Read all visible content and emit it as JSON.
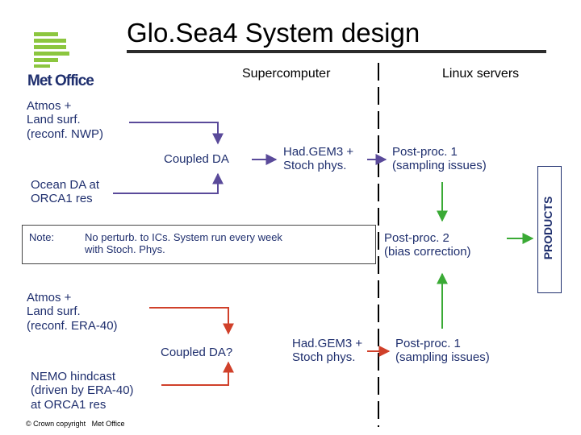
{
  "title": "Glo.Sea4 System design",
  "logo": {
    "text": "Met Office",
    "icon": "met-office-logo"
  },
  "headers": {
    "supercomputer": "Supercomputer",
    "linux": "Linux servers"
  },
  "top": {
    "atmos": "Atmos +\nLand surf.\n(reconf. NWP)",
    "ocean": "Ocean DA at\nORCA1 res",
    "coupled": "Coupled DA",
    "hadgem": "Had.GEM3 +\nStoch phys.",
    "postproc1": "Post-proc. 1\n(sampling issues)"
  },
  "note": {
    "label": "Note:",
    "text": "No perturb. to ICs. System run every week\nwith Stoch. Phys."
  },
  "postproc2": "Post-proc. 2\n(bias correction)",
  "products": "PRODUCTS",
  "bottom": {
    "atmos": "Atmos +\nLand surf.\n(reconf. ERA-40)",
    "nemo": "NEMO hindcast\n(driven by ERA-40)\nat ORCA1 res",
    "coupled": "Coupled DA?",
    "hadgem": "Had.GEM3 +\nStoch phys.",
    "postproc1": "Post-proc. 1\n(sampling issues)"
  },
  "copyright": "© Crown copyright   Met Office",
  "colors": {
    "navy": "#1f2f6e",
    "purple": "#5a4a9a",
    "red": "#d0402a",
    "green": "#3aaa35",
    "logo_green": "#8cc63f"
  }
}
